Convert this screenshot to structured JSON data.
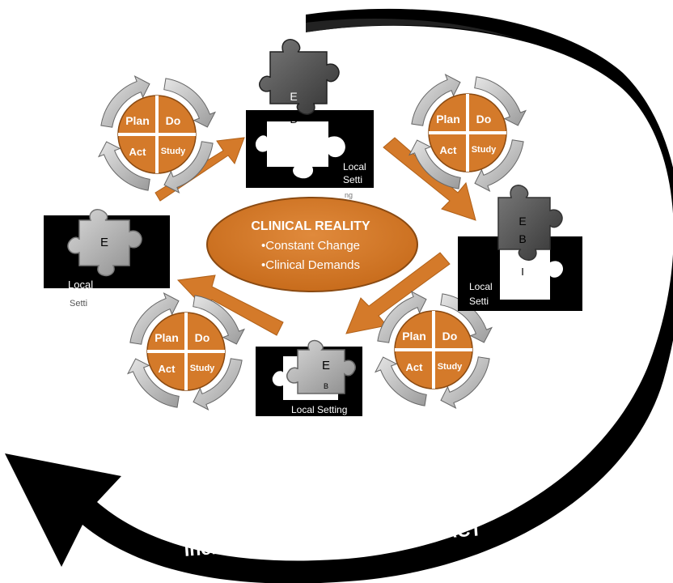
{
  "center": {
    "title": "CLINICAL REALITY",
    "lines": [
      "•Constant Change",
      "•Clinical Demands"
    ]
  },
  "pdsa": {
    "plan": "Plan",
    "do": "Do",
    "act": "Act",
    "study": "Study"
  },
  "modules": {
    "top": {
      "piece_letters": [
        "E",
        "B"
      ],
      "local_lines": [
        "Local",
        "Setti",
        "ng"
      ]
    },
    "right": {
      "piece_letters": [
        "E",
        "B",
        "I"
      ],
      "local_lines": [
        "Local",
        "Setti"
      ]
    },
    "bottom": {
      "piece_letters": [
        "E",
        "B"
      ],
      "local_lines": [
        "Local Setting"
      ]
    },
    "left": {
      "piece_letters": [
        "E"
      ],
      "local_lines": [
        "Local",
        "Setti"
      ]
    }
  },
  "caption": {
    "line1": "Incrementally Better FIT for",
    "line2": "Increasing & SUSTAINED IMPACT"
  },
  "colors": {
    "orange": "#d47a2a",
    "orange_dark": "#8a4a12",
    "black": "#000000",
    "gray_piece": "#a8a8a8",
    "dark_piece": "#555555"
  }
}
